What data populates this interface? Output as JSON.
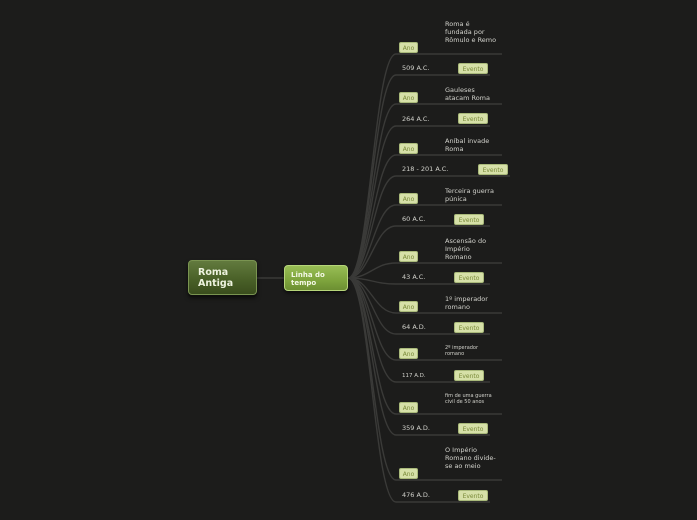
{
  "root": {
    "label": "Roma Antiga"
  },
  "branch": {
    "label": "Linha do tempo"
  },
  "entries": [
    {
      "event_tag": "Ano",
      "event": "Roma é fundada por Rômulo e Remo",
      "year": "509 A.C.",
      "year_tag": "Evento"
    },
    {
      "event_tag": "Ano",
      "event": "Gauleses atacam Roma",
      "year": "264 A.C.",
      "year_tag": "Evento"
    },
    {
      "event_tag": "Ano",
      "event": "Aníbal invade Roma",
      "year": "218 - 201 A.C.",
      "year_tag": "Evento"
    },
    {
      "event_tag": "Ano",
      "event": "Terceira guerra púnica",
      "year": "60 A.C.",
      "year_tag": "Evento"
    },
    {
      "event_tag": "Ano",
      "event": "Ascensão do Império Romano",
      "year": "43 A.C.",
      "year_tag": "Evento"
    },
    {
      "event_tag": "Ano",
      "event": "1º imperador romano",
      "year": "64 A.D.",
      "year_tag": "Evento"
    },
    {
      "event_tag": "Ano",
      "event": "2º imperador romano",
      "year": "117 A.D.",
      "year_tag": "Evento"
    },
    {
      "event_tag": "Ano",
      "event": "fim de uma guerra civil de 50 anos",
      "year": "359 A.D.",
      "year_tag": "Evento"
    },
    {
      "event_tag": "Ano",
      "event": "O Império Romano divide-se ao meio",
      "year": "476 A.D.",
      "year_tag": "Evento"
    }
  ],
  "colors": {
    "background": "#1c1c1b",
    "root_node": "#4a6128",
    "branch_node": "#7ea43d",
    "tag_fill": "#d6e0a8",
    "tag_text": "#7a8a3a",
    "connector": "#3a3a38",
    "text": "#d2d2cc"
  }
}
